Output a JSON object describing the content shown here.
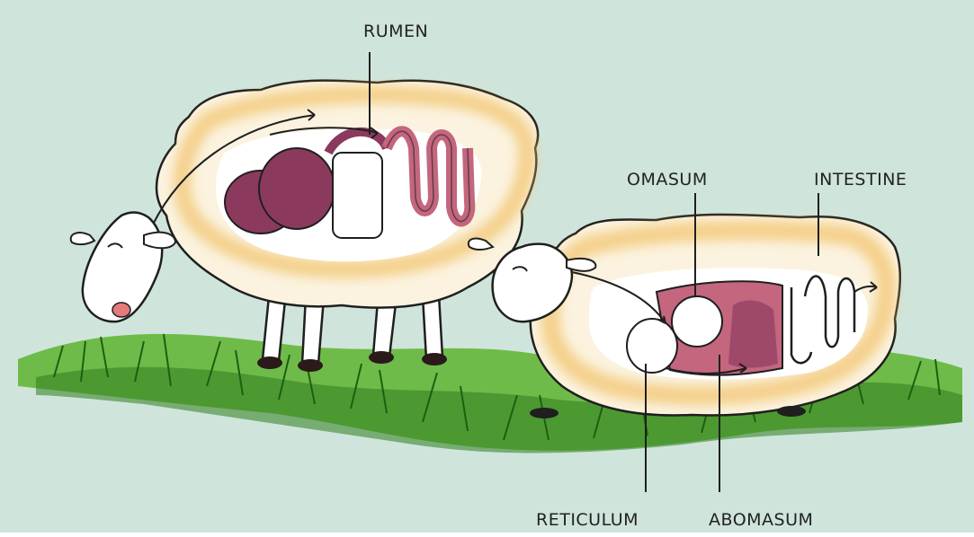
{
  "labels": {
    "rumen": "RUMEN",
    "omasum": "OMASUM",
    "intestine": "INTESTINE",
    "reticulum": "RETICULUM",
    "abomasum": "ABOMASUM"
  },
  "colors": {
    "background": "#cfe5dc",
    "wool": "#fbf3df",
    "wool_shade": "#f2c26b",
    "organ": "#8b3a5e",
    "organ_light": "#c3667e",
    "grass": "#5eb42f",
    "grass_dark": "#2f7d1d",
    "outline": "#1f1f1f"
  }
}
